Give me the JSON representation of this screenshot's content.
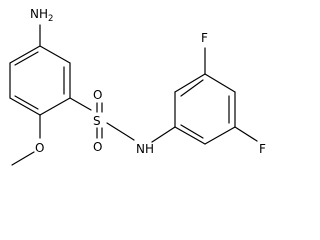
{
  "molecule": {
    "atoms": {
      "amine": {
        "symbol": "NH",
        "subscript": "2"
      },
      "sulfur": "S",
      "sulfonyl_oxygen_top": "O",
      "sulfonyl_oxygen_bottom": "O",
      "sulfonamide_nitrogen": {
        "symbol": "N",
        "hydrogen": "H"
      },
      "methoxy_oxygen": "O",
      "fluorine_top": "F",
      "fluorine_right": "F"
    }
  }
}
